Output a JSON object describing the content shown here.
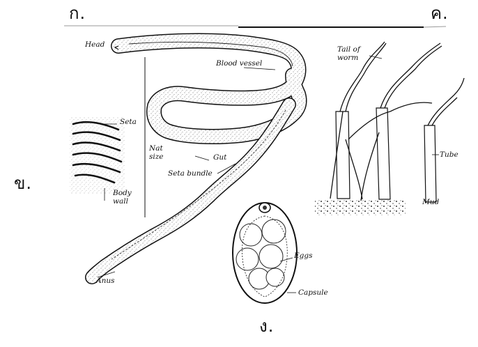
{
  "panel_letters": {
    "a": "ก.",
    "b": "ข.",
    "c": "ค.",
    "d": "ง."
  },
  "labels": {
    "head": "Head",
    "blood_vessel": "Blood vessel",
    "nat_size_1": "Nat",
    "nat_size_2": "size",
    "gut": "Gut",
    "seta_bundle": "Seta bundle",
    "anus": "Anus",
    "seta": "Seta",
    "body_wall_1": "Body",
    "body_wall_2": "wall",
    "tail_of_worm_1": "Tail of",
    "tail_of_worm_2": "worm",
    "tube": "Tube",
    "mud": "Mud",
    "eggs": "Eggs",
    "capsule": "Capsule"
  },
  "colors": {
    "ink": "#111111",
    "stipple": "#555555"
  }
}
